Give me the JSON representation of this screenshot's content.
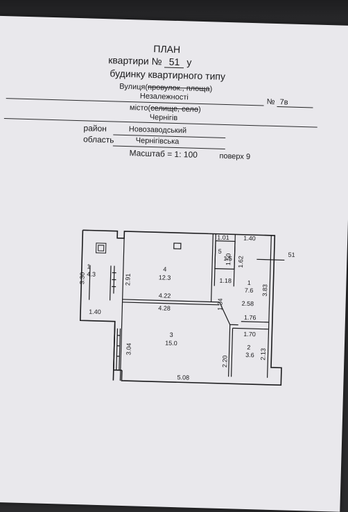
{
  "header": {
    "title": "ПЛАН",
    "line2_prefix": "квартири №",
    "apartment_no": "51",
    "line2_suffix": "у",
    "line3": "будинку квартирного типу"
  },
  "address": {
    "street_label_a": "Вулиця(",
    "street_label_struck": "провулок., площа",
    "street_label_b": ")",
    "street_value": "Незалежності",
    "house_prefix": "№",
    "house_no": "7в",
    "city_label_a": "місто(",
    "city_label_struck": "селище, село",
    "city_label_b": ")",
    "city_value": "Чернігів",
    "district_label": "район",
    "district_value": "Новозаводський",
    "region_label": "область",
    "region_value": "Чернігівська",
    "scale": "Масштаб = 1: 100",
    "floor": "поверх 9"
  },
  "floor_plan": {
    "apartment_marker": "51",
    "rooms": [
      {
        "no": "1",
        "area": "4.3"
      },
      {
        "no": "4",
        "area": "12.3"
      },
      {
        "no": "5",
        "area": "1.5"
      },
      {
        "no": "1",
        "area": "7.6"
      },
      {
        "no": "3",
        "area": "15.0"
      },
      {
        "no": "2",
        "area": "3.6"
      }
    ],
    "dimensions": [
      "3.30",
      "1.40",
      "2.91",
      "4.22",
      "4.28",
      "1.01",
      "1.40",
      "1.50",
      "1.62",
      "1.18",
      "1.34",
      "2.58",
      "3.83",
      "1.76",
      "1.70",
      "3.04",
      "2.20",
      "2.13",
      "5.08"
    ]
  }
}
